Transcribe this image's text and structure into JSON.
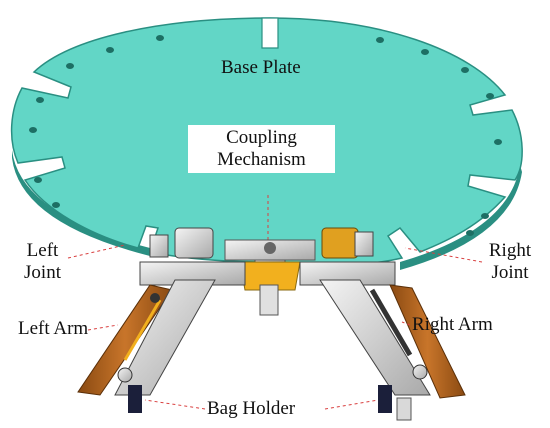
{
  "labels": {
    "base_plate": "Base Plate",
    "coupling_line1": "Coupling",
    "coupling_line2": "Mechanism",
    "left_joint_line1": "Left",
    "left_joint_line2": "Joint",
    "right_joint_line1": "Right",
    "right_joint_line2": "Joint",
    "left_arm": "Left Arm",
    "right_arm": "Right Arm",
    "bag_holder": "Bag Holder"
  },
  "colors": {
    "plate_fill": "#62d6c6",
    "plate_edge": "#2a8f82",
    "arm_brown": "#b5651d",
    "accent_yellow": "#f2b01e",
    "metal": "#d9d9d9",
    "leader_red": "#d94040"
  }
}
